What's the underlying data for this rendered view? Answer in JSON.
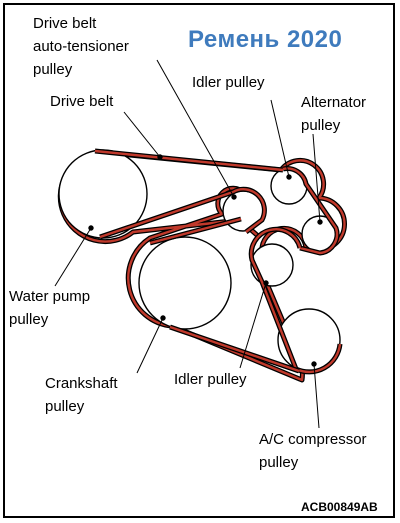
{
  "title": "Ремень   2020",
  "figure_code": "ACB00849AB",
  "labels": {
    "drive_belt_auto_tensioner_pulley": [
      "Drive belt",
      "auto-tensioner",
      "pulley"
    ],
    "drive_belt": "Drive belt",
    "idler_pulley_top": "Idler pulley",
    "alternator_pulley": [
      "Alternator",
      "pulley"
    ],
    "water_pump_pulley": [
      "Water pump",
      "pulley"
    ],
    "crankshaft_pulley": [
      "Crankshaft",
      "pulley"
    ],
    "idler_pulley_bottom": "Idler pulley",
    "ac_compressor_pulley": [
      "A/C compressor",
      "pulley"
    ]
  },
  "colors": {
    "title": "#3f7bbd",
    "belt": "#c0392b",
    "outline": "#000000"
  }
}
